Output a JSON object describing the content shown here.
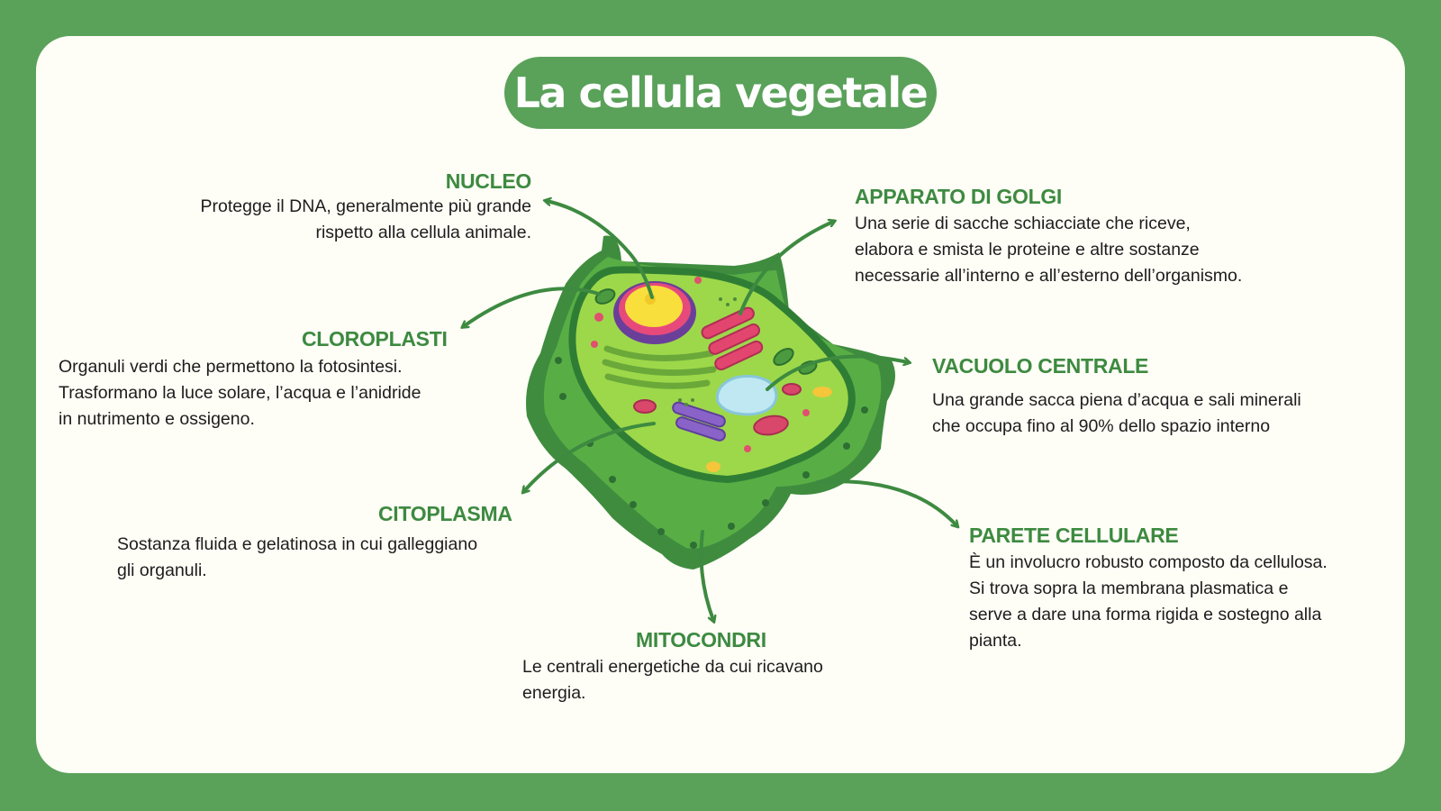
{
  "title": "La cellula vegetale",
  "colors": {
    "background": "#5aa159",
    "card": "#fefdf6",
    "heading": "#3d8a40",
    "text": "#1d1d1d"
  },
  "labels": {
    "nucleo": {
      "heading": "NUCLEO",
      "lines": [
        "Protegge il DNA, generalmente più grande",
        "rispetto alla cellula animale."
      ]
    },
    "cloroplasti": {
      "heading": "CLOROPLASTI",
      "lines": [
        "Organuli verdi che permettono la fotosintesi.",
        "Trasformano la luce solare, l’acqua e l’anidride",
        "in nutrimento e ossigeno."
      ]
    },
    "citoplasma": {
      "heading": "CITOPLASMA",
      "lines": [
        "Sostanza fluida e gelatinosa in cui galleggiano",
        "gli organuli."
      ]
    },
    "mitocondri": {
      "heading": "MITOCONDRI",
      "lines": [
        "Le centrali energetiche da cui ricavano",
        "energia."
      ]
    },
    "golgi": {
      "heading": "APPARATO DI GOLGI",
      "lines": [
        "Una serie di sacche schiacciate che riceve,",
        "elabora e smista le proteine e altre sostanze",
        "necessarie all’interno e all’esterno dell’organismo."
      ]
    },
    "vacuolo": {
      "heading": "VACUOLO CENTRALE",
      "lines": [
        "Una grande sacca piena d’acqua e sali minerali",
        "che occupa fino al 90% dello spazio interno"
      ]
    },
    "parete": {
      "heading": "PARETE CELLULARE",
      "lines": [
        "È un involucro robusto composto da cellulosa.",
        "Si trova sopra la membrana plasmatica e",
        "serve a dare una forma rigida e sostegno alla",
        "pianta."
      ]
    }
  }
}
